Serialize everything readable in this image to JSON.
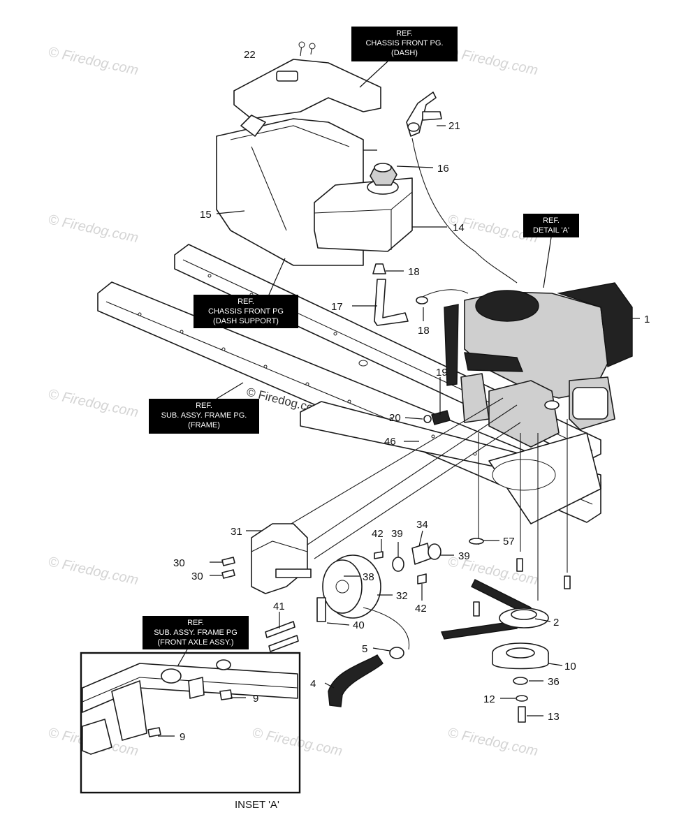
{
  "watermarks": {
    "text": "© Firedog.com",
    "center_text": "© Firedog.com"
  },
  "callouts": [
    {
      "id": "c22",
      "label": "22"
    },
    {
      "id": "c21",
      "label": "21"
    },
    {
      "id": "c16",
      "label": "16"
    },
    {
      "id": "c15",
      "label": "15"
    },
    {
      "id": "c14",
      "label": "14"
    },
    {
      "id": "c18a",
      "label": "18"
    },
    {
      "id": "c17",
      "label": "17"
    },
    {
      "id": "c18b",
      "label": "18"
    },
    {
      "id": "c1",
      "label": "1"
    },
    {
      "id": "c19",
      "label": "19"
    },
    {
      "id": "c20",
      "label": "20"
    },
    {
      "id": "c46",
      "label": "46"
    },
    {
      "id": "c31",
      "label": "31"
    },
    {
      "id": "c42a",
      "label": "42"
    },
    {
      "id": "c39a",
      "label": "39"
    },
    {
      "id": "c34",
      "label": "34"
    },
    {
      "id": "c57",
      "label": "57"
    },
    {
      "id": "c39b",
      "label": "39"
    },
    {
      "id": "c30a",
      "label": "30"
    },
    {
      "id": "c30b",
      "label": "30"
    },
    {
      "id": "c38",
      "label": "38"
    },
    {
      "id": "c32",
      "label": "32"
    },
    {
      "id": "c42b",
      "label": "42"
    },
    {
      "id": "c41",
      "label": "41"
    },
    {
      "id": "c40",
      "label": "40"
    },
    {
      "id": "c2",
      "label": "2"
    },
    {
      "id": "c5",
      "label": "5"
    },
    {
      "id": "c10",
      "label": "10"
    },
    {
      "id": "c36",
      "label": "36"
    },
    {
      "id": "c4",
      "label": "4"
    },
    {
      "id": "c12",
      "label": "12"
    },
    {
      "id": "c13",
      "label": "13"
    },
    {
      "id": "c9a",
      "label": "9"
    },
    {
      "id": "c9b",
      "label": "9"
    }
  ],
  "ref_boxes": [
    {
      "id": "ref-dash",
      "lines": [
        "REF.",
        "CHASSIS FRONT PG.",
        "(DASH)"
      ]
    },
    {
      "id": "ref-detail-a",
      "lines": [
        "REF.",
        "DETAIL 'A'"
      ]
    },
    {
      "id": "ref-dash-support",
      "lines": [
        "REF.",
        "CHASSIS FRONT PG",
        "(DASH SUPPORT)"
      ]
    },
    {
      "id": "ref-frame",
      "lines": [
        "REF.",
        "SUB. ASSY. FRAME PG.",
        "(FRAME)"
      ]
    },
    {
      "id": "ref-front-axle",
      "lines": [
        "REF.",
        "SUB. ASSY. FRAME PG",
        "(FRONT AXLE ASSY.)"
      ]
    }
  ],
  "inset": {
    "title": "INSET 'A'"
  }
}
